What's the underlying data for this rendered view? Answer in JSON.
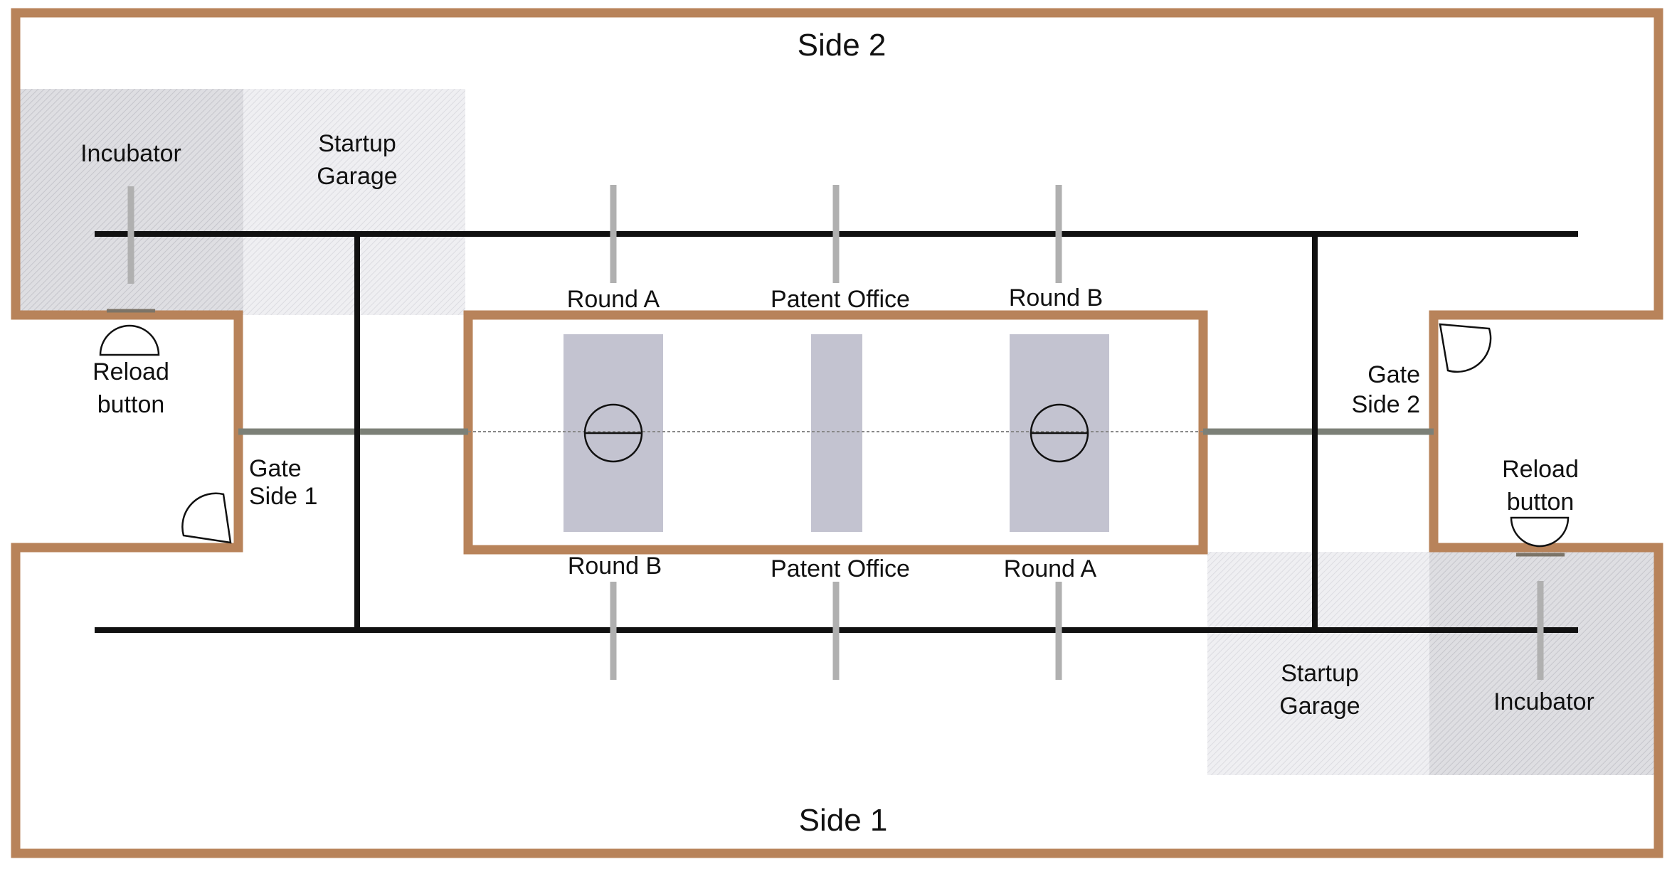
{
  "labels": {
    "side_top": "Side 2",
    "side_bottom": "Side 1",
    "incubator_top": "Incubator",
    "garage_top_line1": "Startup",
    "garage_top_line2": "Garage",
    "round_a_top": "Round A",
    "patent_office_top": "Patent Office",
    "round_b_top": "Round B",
    "round_b_bottom": "Round B",
    "patent_office_bottom": "Patent Office",
    "round_a_bottom": "Round A",
    "reload_left_line1": "Reload",
    "reload_left_line2": "button",
    "gate_side1_line1": "Gate",
    "gate_side1_line2": "Side 1",
    "gate_side2_line1": "Gate",
    "gate_side2_line2": "Side 2",
    "reload_right_line1": "Reload",
    "reload_right_line2": "button",
    "garage_bottom_line1": "Startup",
    "garage_bottom_line2": "Garage",
    "incubator_bottom": "Incubator"
  },
  "colors": {
    "wall": "#b8835a",
    "rail": "#111111",
    "post": "#b0b0b0",
    "table": "#c3c3d0",
    "gate_bar": "#7c8077"
  }
}
